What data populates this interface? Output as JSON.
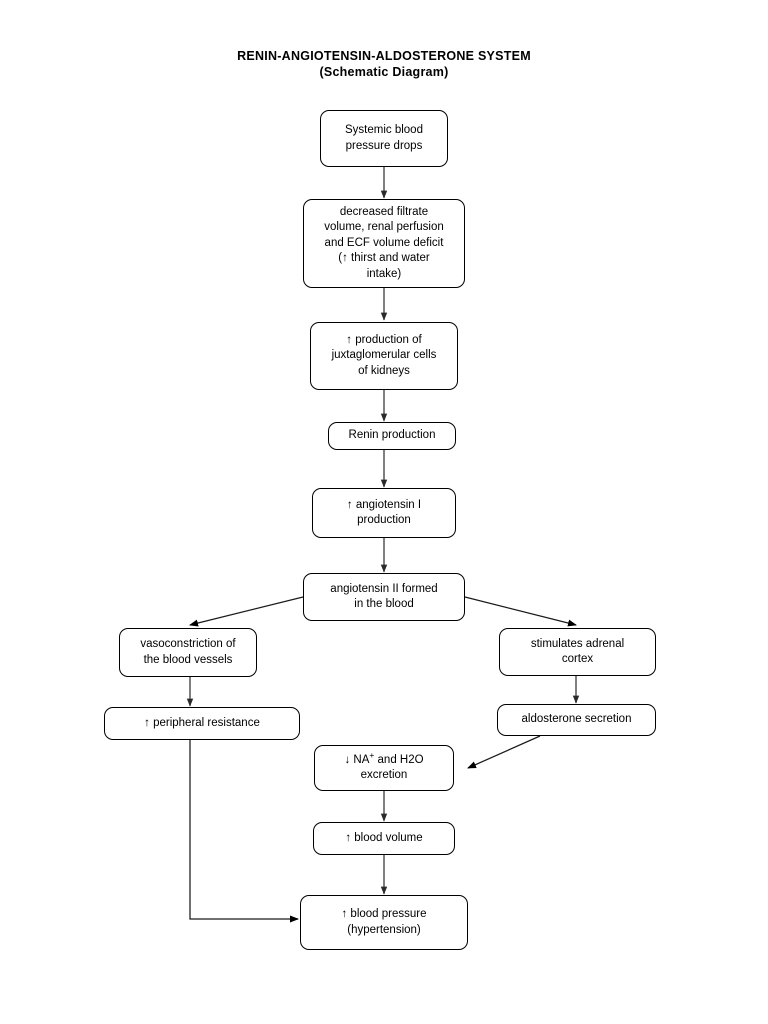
{
  "title": {
    "line1": "RENIN-ANGIOTENSIN-ALDOSTERONE SYSTEM",
    "line2": "(Schematic Diagram)"
  },
  "chart_data": {
    "type": "diagram",
    "title": "RENIN-ANGIOTENSIN-ALDOSTERONE SYSTEM (Schematic Diagram)",
    "nodes": [
      {
        "id": "systemic-bp-drops",
        "label": "Systemic blood\npressure drops"
      },
      {
        "id": "decreased-filtrate",
        "label": "decreased filtrate\nvolume, renal perfusion\nand ECF volume deficit\n(↑ thirst and water\nintake)"
      },
      {
        "id": "jg-cells-production",
        "label": "↑ production of\njuxtaglomerular cells\nof kidneys"
      },
      {
        "id": "renin-production",
        "label": "Renin production"
      },
      {
        "id": "angiotensin-i",
        "label": "↑ angiotensin I\nproduction"
      },
      {
        "id": "angiotensin-ii",
        "label": "angiotensin II formed\nin the blood"
      },
      {
        "id": "vasoconstriction",
        "label": "vasoconstriction of\nthe blood vessels"
      },
      {
        "id": "peripheral-resistance",
        "label": "↑ peripheral resistance"
      },
      {
        "id": "adrenal-cortex",
        "label": "stimulates adrenal\ncortex"
      },
      {
        "id": "aldosterone-secretion",
        "label": "aldosterone secretion"
      },
      {
        "id": "na-h2o-excretion",
        "label": "↓ NA+ and H2O\nexcretion"
      },
      {
        "id": "blood-volume",
        "label": "↑ blood volume"
      },
      {
        "id": "blood-pressure",
        "label": "↑ blood pressure\n(hypertension)"
      }
    ],
    "edges": [
      {
        "from": "systemic-bp-drops",
        "to": "decreased-filtrate"
      },
      {
        "from": "decreased-filtrate",
        "to": "jg-cells-production"
      },
      {
        "from": "jg-cells-production",
        "to": "renin-production"
      },
      {
        "from": "renin-production",
        "to": "angiotensin-i"
      },
      {
        "from": "angiotensin-i",
        "to": "angiotensin-ii"
      },
      {
        "from": "angiotensin-ii",
        "to": "vasoconstriction"
      },
      {
        "from": "angiotensin-ii",
        "to": "adrenal-cortex"
      },
      {
        "from": "vasoconstriction",
        "to": "peripheral-resistance"
      },
      {
        "from": "adrenal-cortex",
        "to": "aldosterone-secretion"
      },
      {
        "from": "aldosterone-secretion",
        "to": "na-h2o-excretion"
      },
      {
        "from": "na-h2o-excretion",
        "to": "blood-volume"
      },
      {
        "from": "blood-volume",
        "to": "blood-pressure"
      },
      {
        "from": "peripheral-resistance",
        "to": "blood-pressure"
      }
    ]
  },
  "nodes": {
    "systemic_bp_drops": "Systemic blood\npressure drops",
    "decreased_filtrate": "decreased filtrate\nvolume, renal perfusion\nand ECF volume deficit\n(↑ thirst and water\nintake)",
    "jg_cells_production": "↑ production of\njuxtaglomerular cells\nof kidneys",
    "renin_production": "Renin production",
    "angiotensin_i": "↑ angiotensin I\nproduction",
    "angiotensin_ii": "angiotensin II formed\nin the blood",
    "vasoconstriction": "vasoconstriction of\nthe blood vessels",
    "peripheral_resistance": "↑ peripheral resistance",
    "adrenal_cortex": "stimulates adrenal\ncortex",
    "aldosterone_secretion": "aldosterone secretion",
    "na_h2o_excretion_pre": "↓ NA",
    "na_h2o_excretion_sup": "+",
    "na_h2o_excretion_post": " and H2O\nexcretion",
    "blood_volume": "↑ blood volume",
    "blood_pressure": "↑ blood pressure\n(hypertension)"
  }
}
